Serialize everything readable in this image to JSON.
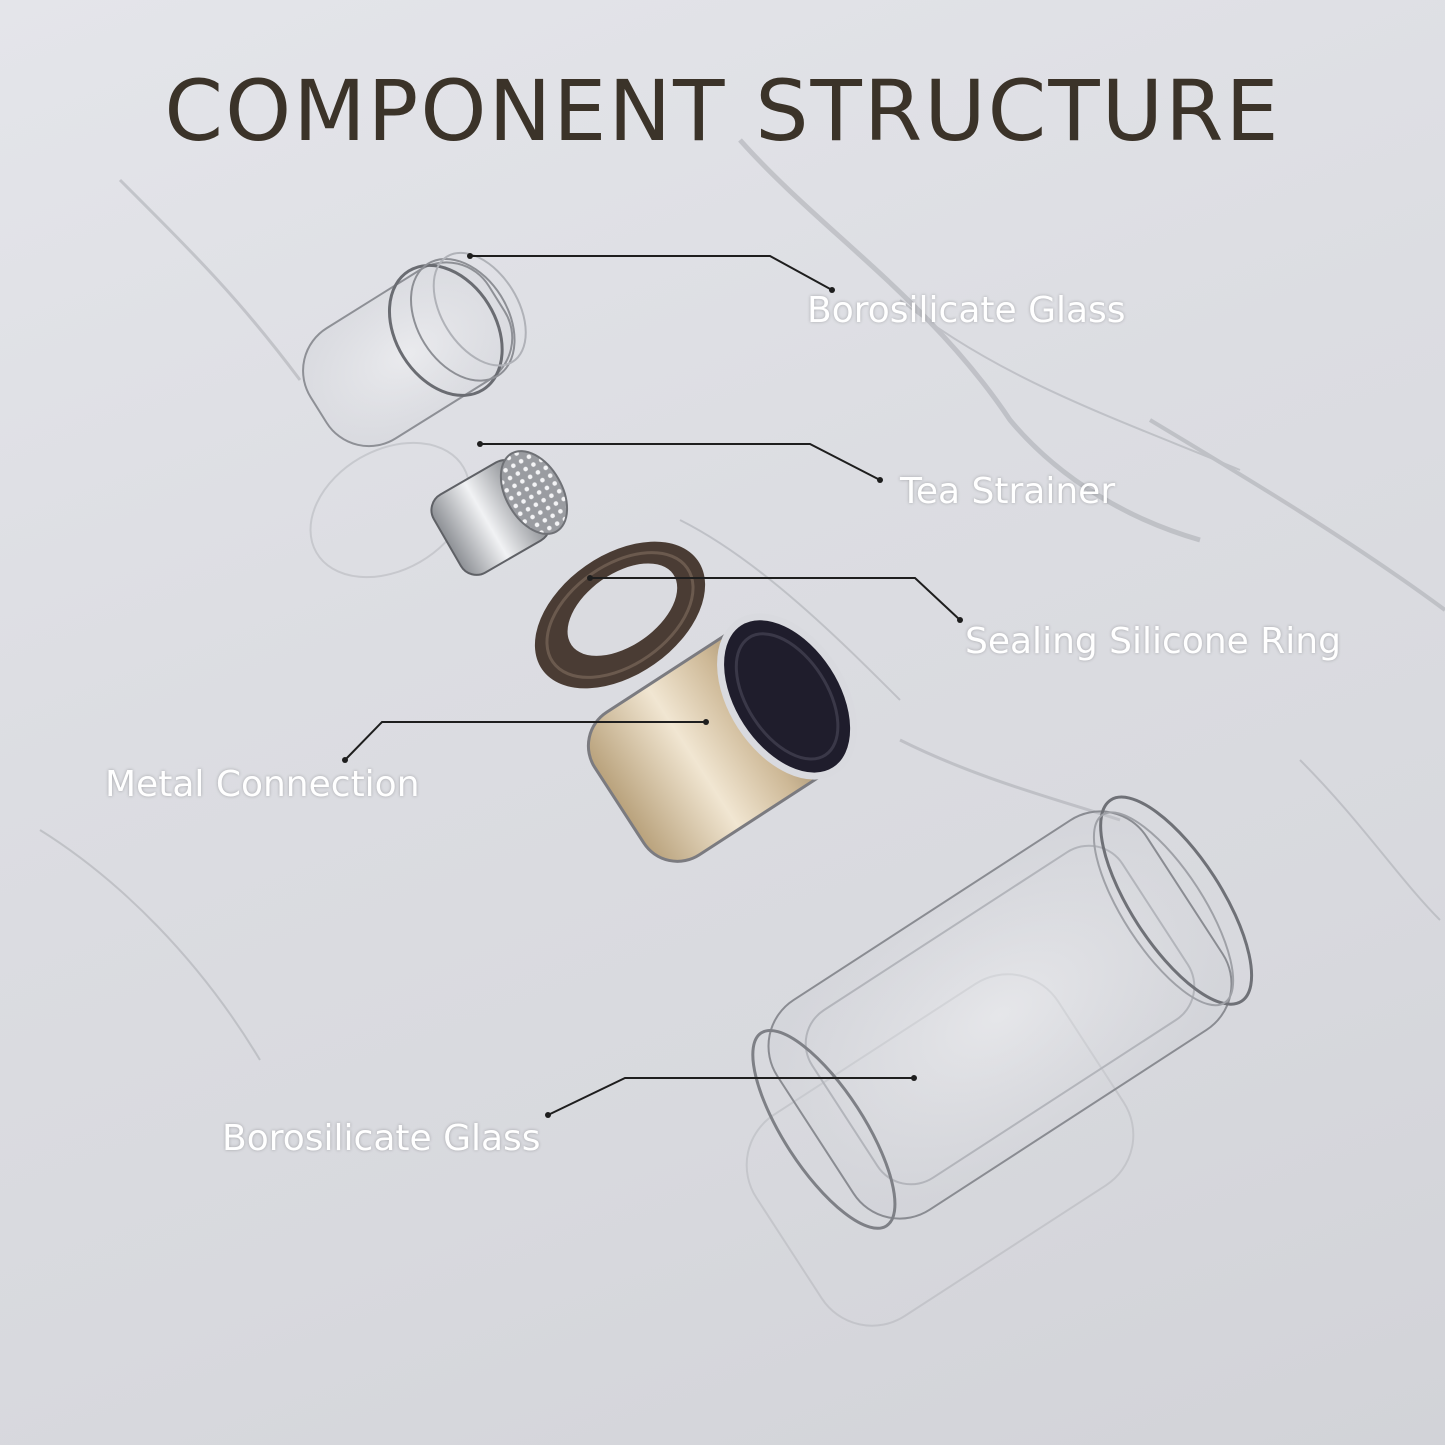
{
  "title": "COMPONENT STRUCTURE",
  "colors": {
    "background": "#dcdde2",
    "title": "#3b3329",
    "label": "#ffffff",
    "leader_line": "#1e1e1e",
    "metal_gold": "#cdb896",
    "silicone_brown": "#4a3c34",
    "strainer_silver": "#c4c6ca"
  },
  "components": [
    {
      "id": "top-glass",
      "label": "Borosilicate Glass"
    },
    {
      "id": "tea-strainer",
      "label": "Tea Strainer"
    },
    {
      "id": "silicone-ring",
      "label": "Sealing Silicone Ring"
    },
    {
      "id": "metal-connection",
      "label": "Metal Connection"
    },
    {
      "id": "bottom-glass",
      "label": "Borosilicate Glass"
    }
  ]
}
